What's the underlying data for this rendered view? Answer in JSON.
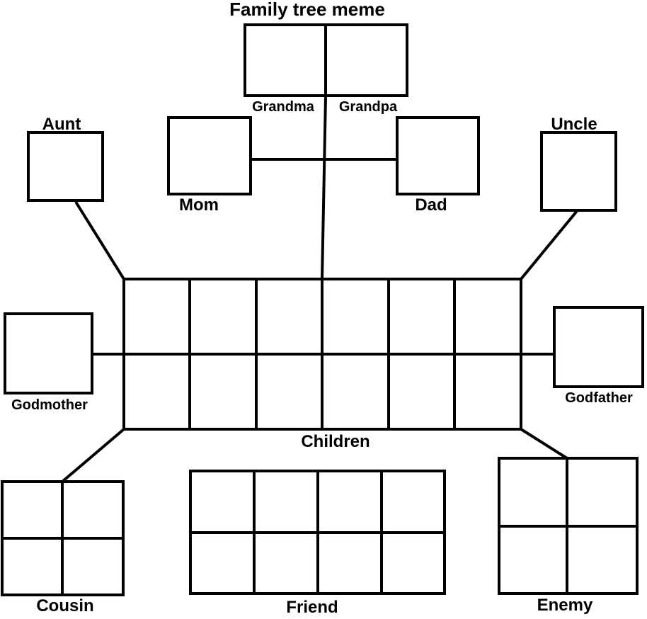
{
  "title": "Family tree meme",
  "labels": {
    "grandma": "Grandma",
    "grandpa": "Grandpa",
    "aunt": "Aunt",
    "uncle": "Uncle",
    "mom": "Mom",
    "dad": "Dad",
    "godmother": "Godmother",
    "godfather": "Godfather",
    "children": "Children",
    "cousin": "Cousin",
    "friend": "Friend",
    "enemy": "Enemy"
  }
}
